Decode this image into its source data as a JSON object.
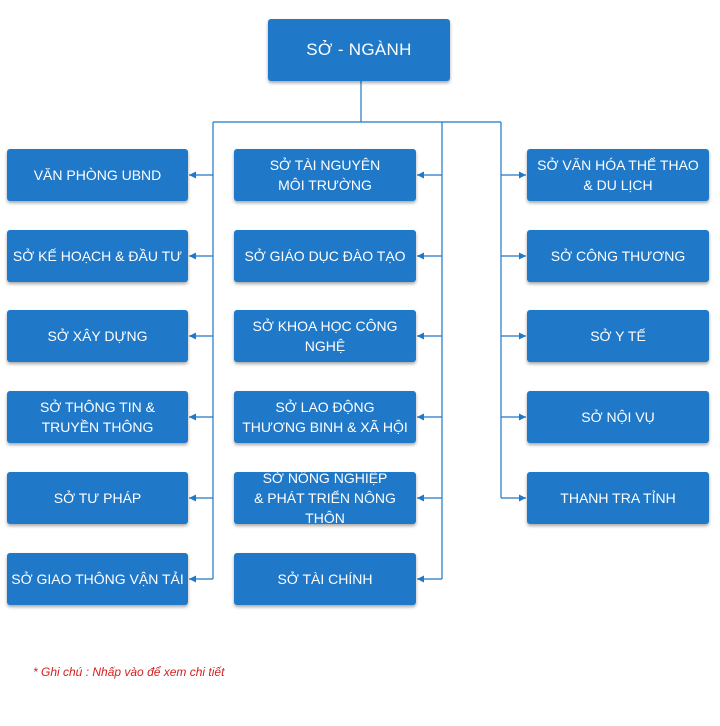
{
  "root": {
    "label": "SỞ - NGÀNH"
  },
  "left": [
    "VĂN PHÒNG UBND",
    "SỞ KẾ HOẠCH & ĐẦU TƯ",
    "SỞ XÂY DỰNG",
    "SỞ THÔNG TIN &\nTRUYỀN THÔNG",
    "SỞ TƯ PHÁP",
    "SỞ GIAO THÔNG VẬN TẢI"
  ],
  "middle": [
    "SỞ TÀI NGUYÊN\nMÔI TRƯỜNG",
    "SỞ GIÁO DỤC ĐÀO TẠO",
    "SỞ KHOA HỌC CÔNG NGHỆ",
    "SỞ LAO ĐỘNG\nTHƯƠNG BINH & XÃ HỘI",
    "SỞ NÔNG NGHIỆP\n& PHÁT TRIỂN NÔNG THÔN",
    "SỞ TÀI CHÍNH"
  ],
  "right": [
    "SỞ VĂN HÓA THỂ THAO\n& DU LỊCH",
    "SỞ CÔNG THƯƠNG",
    "SỞ Y TẾ",
    "SỞ NỘI VỤ",
    "THANH TRA TỈNH"
  ],
  "note": "* Ghi chú : Nhấp vào để xem chi tiết",
  "colors": {
    "box": "#1f78c8",
    "line": "#1f78c8",
    "note": "#d42020"
  }
}
